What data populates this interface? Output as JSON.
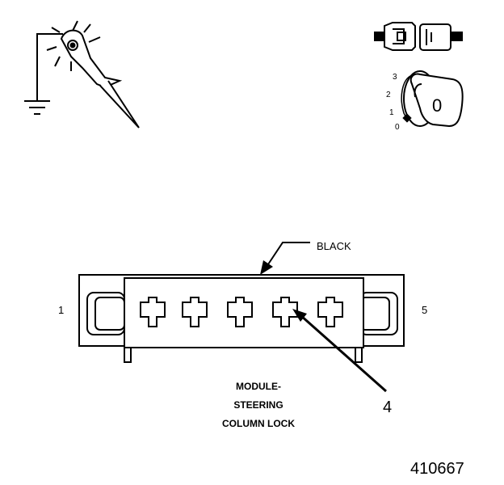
{
  "connector": {
    "color_label": "BLACK",
    "pin_first": "1",
    "pin_last": "5",
    "callout_number": "4",
    "name_lines": [
      "MODULE-",
      "STEERING",
      "COLUMN LOCK"
    ]
  },
  "key_switch": {
    "positions": [
      "3",
      "2",
      "1",
      "0"
    ],
    "key_text": "0"
  },
  "figure_number": "410667",
  "colors": {
    "line": "#000000",
    "background": "#ffffff"
  },
  "icons": [
    "test-probe-icon",
    "ground-symbol-icon",
    "fuse-icon",
    "ignition-key-icon"
  ]
}
